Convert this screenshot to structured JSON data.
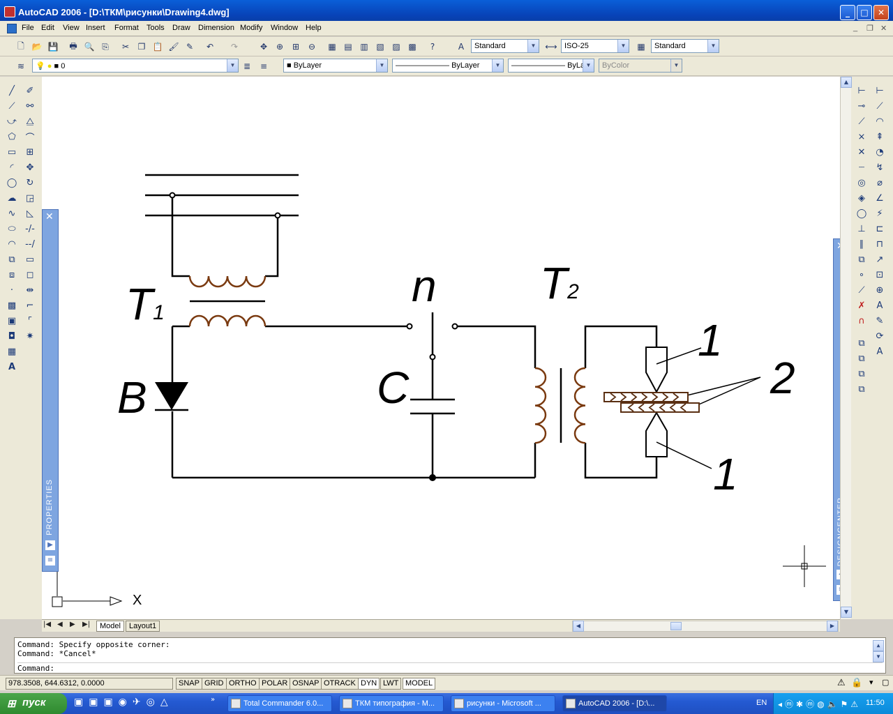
{
  "window": {
    "title": "AutoCAD 2006 - [D:\\ТКМ\\рисунки\\Drawing4.dwg]",
    "minimize": "_",
    "maximize": "□",
    "close": "✕"
  },
  "menu": [
    "File",
    "Edit",
    "View",
    "Insert",
    "Format",
    "Tools",
    "Draw",
    "Dimension",
    "Modify",
    "Window",
    "Help"
  ],
  "toolbar": {
    "text_style": "Standard",
    "dim_style": "ISO-25",
    "table_style": "Standard",
    "layer": "0",
    "color": "ByLayer",
    "linetype": "ByLayer",
    "lineweight": "ByLayer",
    "plotstyle": "ByColor"
  },
  "palettes": {
    "properties": "PROPERTIES",
    "designcenter": "DESIGNCENTER"
  },
  "drawing_labels": {
    "t1": "T",
    "t1_sub": "1",
    "t2": "T",
    "t2_sub": "2",
    "b": "B",
    "c": "C",
    "n": "n",
    "one_top": "1",
    "one_bottom": "1",
    "two": "2",
    "ucs_x": "X"
  },
  "tabs": [
    "Model",
    "Layout1"
  ],
  "command": {
    "line1": "Command: Specify opposite corner:",
    "line2": "Command: *Cancel*",
    "prompt": "Command:"
  },
  "status": {
    "coords": "978.3508, 644.6312, 0.0000",
    "toggles": [
      "SNAP",
      "GRID",
      "ORTHO",
      "POLAR",
      "OSNAP",
      "OTRACK",
      "DYN",
      "LWT",
      "MODEL"
    ]
  },
  "taskbar": {
    "start": "пуск",
    "tasks": [
      "Total Commander 6.0...",
      "ТКМ типография - M...",
      "рисунки - Microsoft ...",
      "AutoCAD 2006 - [D:\\..."
    ],
    "lang": "EN",
    "clock": "11:50"
  },
  "colors": {
    "accent": "#0a5fd8",
    "coil": "#7a3a10",
    "electrode": "#5a2f12"
  }
}
